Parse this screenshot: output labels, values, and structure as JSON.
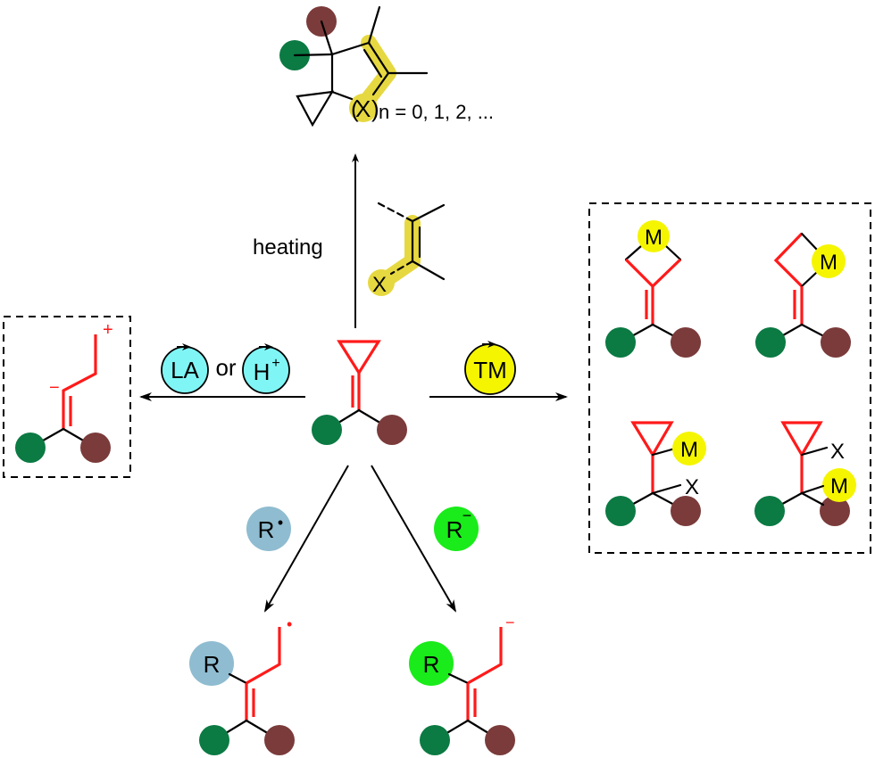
{
  "colors": {
    "substituent_green": "#0b7a43",
    "substituent_brown": "#7b3b3b",
    "metal_yellow": "#f5f500",
    "highlight_yellow": "#e6d840",
    "bond_red": "#ff1a1a",
    "radical_blue": "#8fbcd0",
    "anion_green": "#1aeb1a",
    "catalyst_cyan": "#80f5f5"
  },
  "top_product": {
    "ring_atom_label": "X",
    "open_paren": "(",
    "close_paren": ")",
    "repeat_label": "n = 0, 1, 2, ..."
  },
  "heating_step": {
    "condition_label": "heating",
    "reagent_atom_label": "X"
  },
  "lewis_acid_step": {
    "catalyst_1": "LA",
    "connector": "or",
    "catalyst_2_base": "H",
    "catalyst_2_sup": "+",
    "product_cation": "+",
    "product_anion": "−"
  },
  "transition_metal_step": {
    "catalyst": "TM",
    "metal_label": "M",
    "halide_label": "X"
  },
  "radical_step": {
    "reagent_base": "R",
    "reagent_sup": "•",
    "product_group": "R",
    "product_radical": "•"
  },
  "anion_step": {
    "reagent_base": "R",
    "reagent_sup": "−",
    "product_group": "R",
    "product_anion": "−"
  }
}
